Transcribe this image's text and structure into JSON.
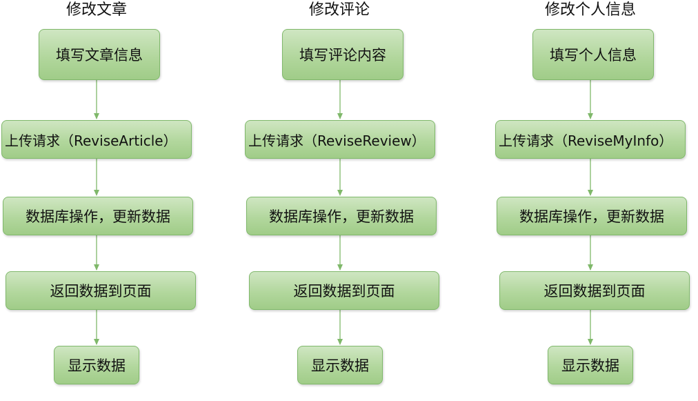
{
  "flows": [
    {
      "title": "修改文章",
      "steps": [
        "填写文章信息",
        "上传请求（ReviseArticle）",
        "数据库操作，更新数据",
        "返回数据到页面",
        "显示数据"
      ]
    },
    {
      "title": "修改评论",
      "steps": [
        "填写评论内容",
        "上传请求（ReviseReview）",
        "数据库操作，更新数据",
        "返回数据到页面",
        "显示数据"
      ]
    },
    {
      "title": "修改个人信息",
      "steps": [
        "填写个人信息",
        "上传请求（ReviseMyInfo）",
        "数据库操作，更新数据",
        "返回数据到页面",
        "显示数据"
      ]
    }
  ],
  "colors": {
    "node_fill": "#b2d79d",
    "node_border": "#7fb86a",
    "arrow": "#7fb86a"
  }
}
